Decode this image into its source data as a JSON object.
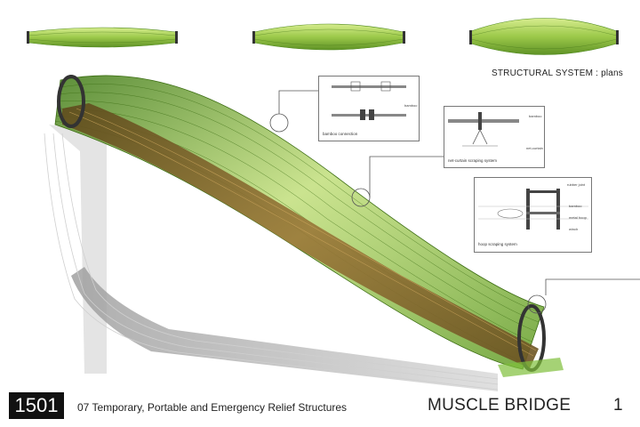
{
  "page": {
    "section_title": "STRUCTURAL SYSTEM  :  plans",
    "panel_number": "1501",
    "category": "07   Temporary, Portable and Emergency Relief Structures",
    "project_title": "MUSCLE BRIDGE",
    "page_number": "1"
  },
  "details": [
    {
      "caption": "bamboo connection",
      "tags": [
        "bamboo"
      ]
    },
    {
      "caption": "net-curtain scraping system",
      "tags": [
        "bamboo",
        "net-curtain"
      ]
    },
    {
      "caption": "hoop scraping system",
      "tags": [
        "rubber joint",
        "bamboo",
        "metal hoop",
        "winch"
      ]
    }
  ],
  "colors": {
    "tube_dark": "#4f8a1f",
    "tube_light": "#c8e27a",
    "deck": "#8a6a2e",
    "frame": "#333333"
  }
}
